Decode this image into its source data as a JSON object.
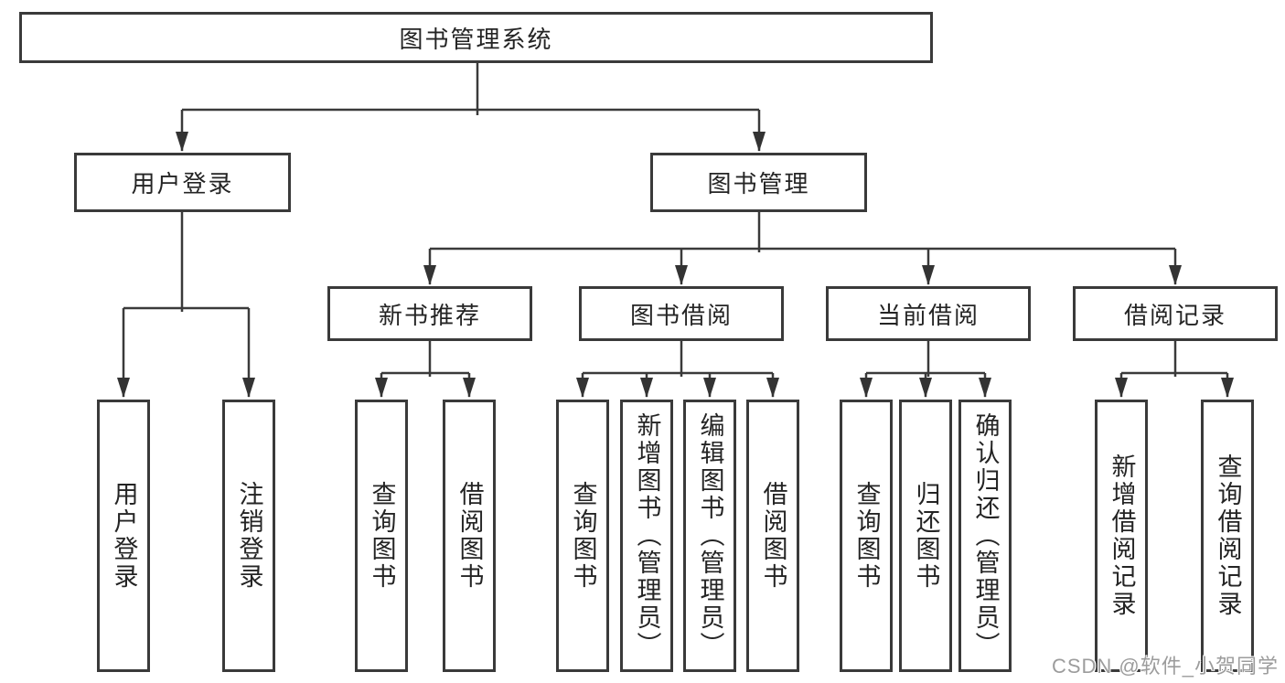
{
  "diagram": {
    "tree": {
      "root": {
        "label": "图书管理系统",
        "children": [
          {
            "label": "用户登录",
            "children": [
              {
                "label": "用户登录"
              },
              {
                "label": "注销登录"
              }
            ]
          },
          {
            "label": "图书管理",
            "children": [
              {
                "label": "新书推荐",
                "children": [
                  {
                    "label": "查询图书"
                  },
                  {
                    "label": "借阅图书"
                  }
                ]
              },
              {
                "label": "图书借阅",
                "children": [
                  {
                    "label": "查询图书"
                  },
                  {
                    "label": "新增图书（管理员）"
                  },
                  {
                    "label": "编辑图书（管理员）"
                  },
                  {
                    "label": "借阅图书"
                  }
                ]
              },
              {
                "label": "当前借阅",
                "children": [
                  {
                    "label": "查询图书"
                  },
                  {
                    "label": "归还图书"
                  },
                  {
                    "label": "确认归还（管理员）"
                  }
                ]
              },
              {
                "label": "借阅记录",
                "children": [
                  {
                    "label": "新增借阅记录"
                  },
                  {
                    "label": "查询借阅记录"
                  }
                ]
              }
            ]
          }
        ]
      }
    },
    "colors": {
      "line": "#3a3a3a",
      "box_border": "#3a3a3a",
      "text": "#242424",
      "background": "#ffffff",
      "watermark": "#9c9c9c"
    }
  },
  "watermark": {
    "text": "CSDN @软件_小贺同学"
  }
}
